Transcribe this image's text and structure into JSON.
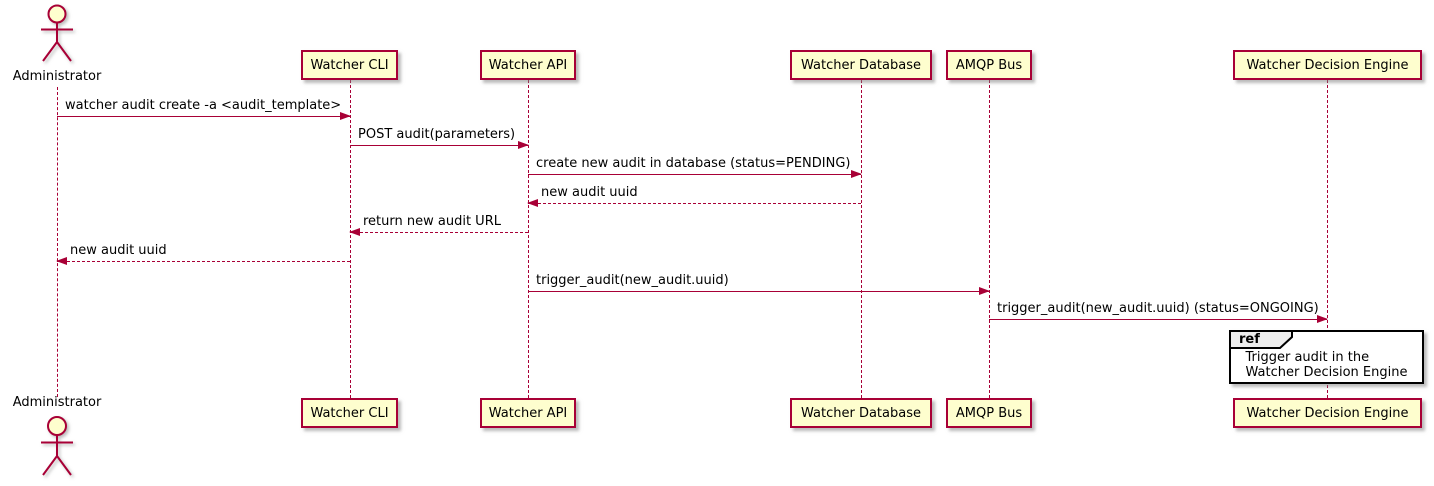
{
  "diagram_type": "sequence-diagram",
  "colors": {
    "accent_stroke": "#A80036",
    "participant_fill": "#FEFECE",
    "ref_border": "#000000",
    "ref_tab_fill": "#EEEEEE",
    "text": "#000000",
    "background": "#FFFFFF"
  },
  "actor": {
    "name": "Administrator"
  },
  "participants": [
    {
      "name": "Watcher CLI"
    },
    {
      "name": "Watcher API"
    },
    {
      "name": "Watcher Database"
    },
    {
      "name": "AMQP Bus"
    },
    {
      "name": "Watcher Decision Engine"
    }
  ],
  "messages": [
    {
      "from": "Administrator",
      "to": "Watcher CLI",
      "label": "watcher audit create -a <audit_template>",
      "line": "solid",
      "direction": "right"
    },
    {
      "from": "Watcher CLI",
      "to": "Watcher API",
      "label": "POST audit(parameters)",
      "line": "solid",
      "direction": "right"
    },
    {
      "from": "Watcher API",
      "to": "Watcher Database",
      "label": "create new audit in database (status=PENDING)",
      "line": "solid",
      "direction": "right"
    },
    {
      "from": "Watcher Database",
      "to": "Watcher API",
      "label": "new audit uuid",
      "line": "dashed",
      "direction": "left"
    },
    {
      "from": "Watcher API",
      "to": "Watcher CLI",
      "label": "return new audit URL",
      "line": "dashed",
      "direction": "left"
    },
    {
      "from": "Watcher CLI",
      "to": "Administrator",
      "label": "new audit uuid",
      "line": "dashed",
      "direction": "left"
    },
    {
      "from": "Watcher API",
      "to": "AMQP Bus",
      "label": "trigger_audit(new_audit.uuid)",
      "line": "solid",
      "direction": "right"
    },
    {
      "from": "AMQP Bus",
      "to": "Watcher Decision Engine",
      "label": "trigger_audit(new_audit.uuid) (status=ONGOING)",
      "line": "solid",
      "direction": "right"
    }
  ],
  "ref": {
    "keyword": "ref",
    "lines": [
      "Trigger audit in the",
      "Watcher Decision Engine"
    ]
  }
}
